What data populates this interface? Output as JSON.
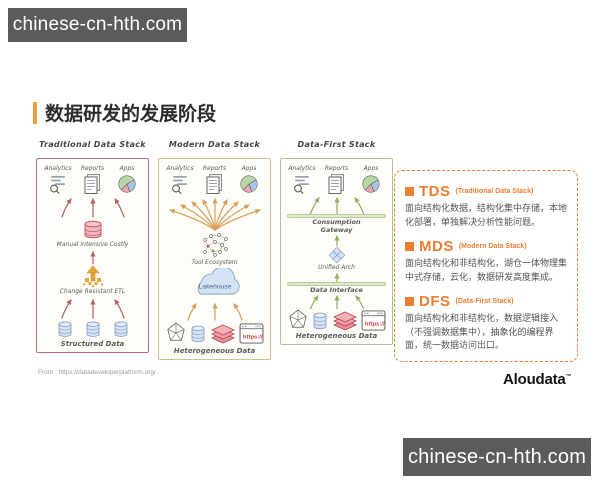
{
  "watermark_top": "chinese-cn-hth.com",
  "watermark_bottom": "chinese-cn-hth.com",
  "title": "数据研发的发展阶段",
  "source": "From : https://datadeveloperplatform.org/",
  "logo": {
    "name": "Aloudata",
    "tm": "™"
  },
  "icon_labels": {
    "analytics": "Analytics",
    "reports": "Reports",
    "apps": "Apps"
  },
  "tds": {
    "header": "Traditional Data Stack",
    "warehouse": "Manual Intensive Costly",
    "etl": "Change Resistant ETL",
    "bottom": "Structured Data"
  },
  "mds": {
    "header": "Modern Data Stack",
    "ecosystem": "Tool Ecosystem",
    "cloud": "Lakehouse",
    "browser": "https://",
    "bottom": "Heterogeneous Data"
  },
  "dfs": {
    "header": "Data-First Stack",
    "gateway": "Consumption Gateway",
    "arch": "Unified Arch",
    "interface": "Data Interface",
    "browser": "https://",
    "bottom": "Heterogeneous Data"
  },
  "panel": {
    "items": [
      {
        "abbr": "TDS",
        "full": "(Traditional Data Stack)",
        "desc": "面向结构化数据，结构化集中存储，本地化部署，单独解决分析性能问题。"
      },
      {
        "abbr": "MDS",
        "full": "(Modern Data Stack)",
        "desc": "面向结构化和非结构化，湖仓一体物理集中式存储，云化，数据研发高度集成。"
      },
      {
        "abbr": "DFS",
        "full": "(Data-First Stack)",
        "desc": "面向结构化和非结构化，数据逻辑接入（不强调数据集中），抽象化的编程界面，统一数据访问出口。"
      }
    ]
  },
  "colors": {
    "accent_orange": "#ED7D31",
    "tds_border": "#bd6b7d",
    "mds_border": "#d9bb8d",
    "dfs_border": "#aec493",
    "banner_bg": "#5b5b5b"
  }
}
